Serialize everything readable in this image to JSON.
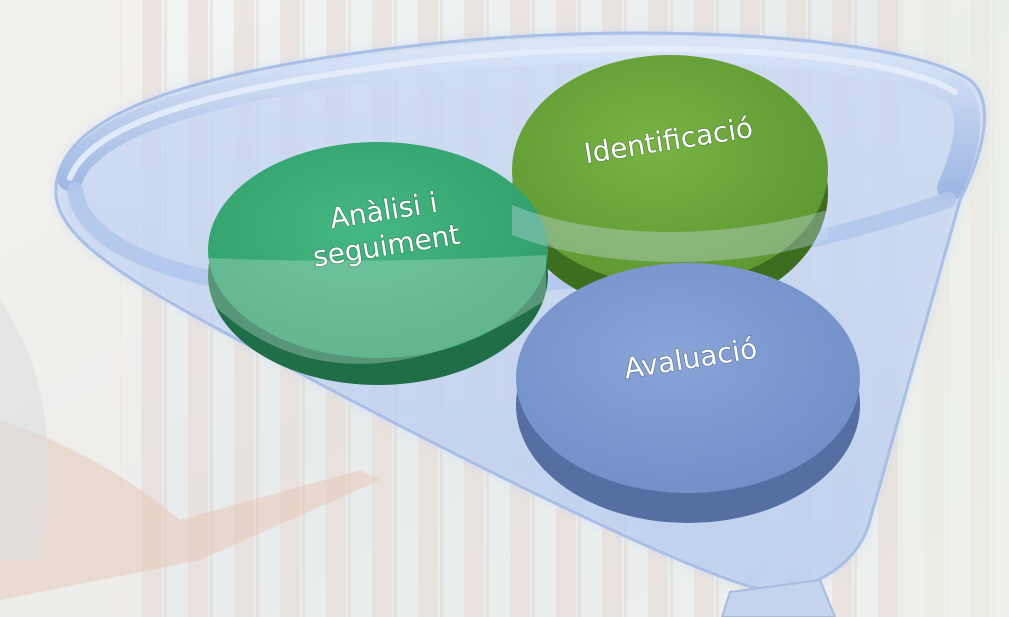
{
  "discs": [
    {
      "id": "identificacio",
      "lines": [
        "Identificació"
      ],
      "color": "#6aa83b"
    },
    {
      "id": "analisi",
      "lines": [
        "Anàlisi i",
        "seguiment"
      ],
      "color": "#3fae79"
    },
    {
      "id": "avaluacio",
      "lines": [
        "Avaluació"
      ],
      "color": "#7f9ad0"
    }
  ]
}
